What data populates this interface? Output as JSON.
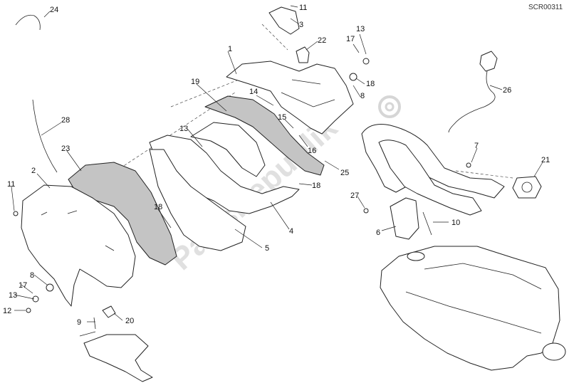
{
  "diagram": {
    "code": "SCR00311",
    "watermark": "PartsRepublik",
    "callouts": [
      "24",
      "11",
      "3",
      "22",
      "13",
      "17",
      "1",
      "18",
      "8",
      "19",
      "14",
      "26",
      "15",
      "16",
      "13",
      "28",
      "23",
      "25",
      "7",
      "21",
      "11",
      "2",
      "18",
      "27",
      "10",
      "6",
      "4",
      "5",
      "18",
      "8",
      "17",
      "13",
      "12",
      "9",
      "20"
    ]
  }
}
